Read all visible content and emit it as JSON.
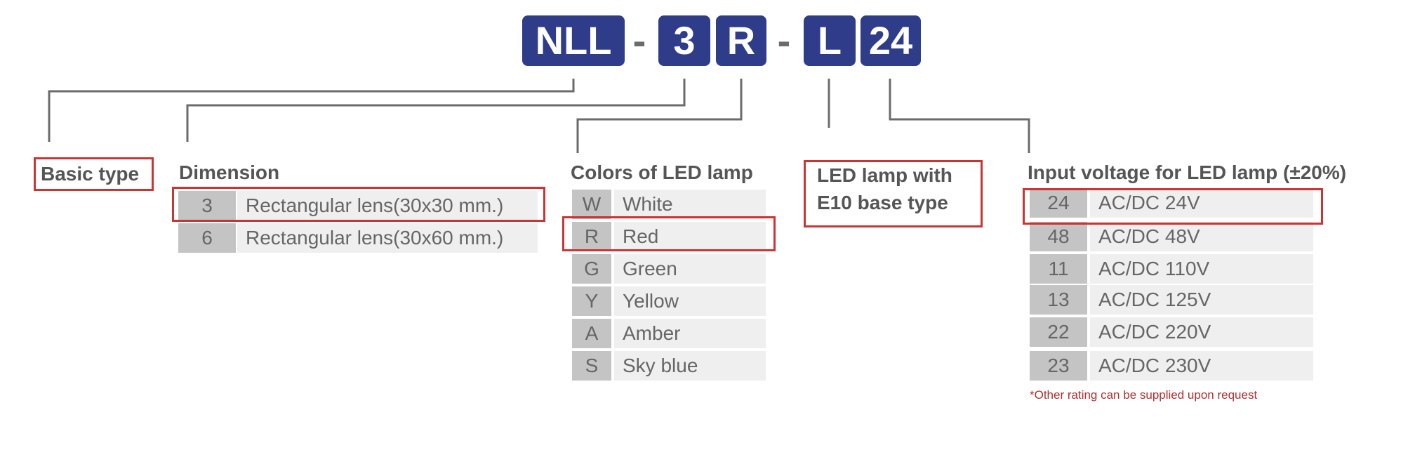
{
  "code_parts": [
    "NLL",
    "3",
    "R",
    "L",
    "24"
  ],
  "separators": [
    "-",
    "-"
  ],
  "basic_type": {
    "heading": "Basic type"
  },
  "dimension": {
    "heading": "Dimension",
    "rows": [
      {
        "code": "3",
        "desc": "Rectangular lens(30x30 mm.)",
        "selected": true
      },
      {
        "code": "6",
        "desc": "Rectangular lens(30x60 mm.)",
        "selected": false
      }
    ]
  },
  "colors": {
    "heading": "Colors of LED lamp",
    "rows": [
      {
        "code": "W",
        "desc": "White",
        "selected": false
      },
      {
        "code": "R",
        "desc": "Red",
        "selected": true
      },
      {
        "code": "G",
        "desc": "Green",
        "selected": false
      },
      {
        "code": "Y",
        "desc": "Yellow",
        "selected": false
      },
      {
        "code": "A",
        "desc": "Amber",
        "selected": false
      },
      {
        "code": "S",
        "desc": "Sky blue",
        "selected": false
      }
    ]
  },
  "lamp_base": {
    "line1": "LED lamp with",
    "line2": "E10 base type"
  },
  "voltage": {
    "heading": "Input voltage for LED lamp (±20%)",
    "rows": [
      {
        "code": "24",
        "desc": "AC/DC 24V",
        "selected": true
      },
      {
        "code": "48",
        "desc": "AC/DC 48V",
        "selected": false
      },
      {
        "code": "11",
        "desc": "AC/DC 110V",
        "selected": false
      },
      {
        "code": "13",
        "desc": "AC/DC 125V",
        "selected": false
      },
      {
        "code": "22",
        "desc": "AC/DC 220V",
        "selected": false
      },
      {
        "code": "23",
        "desc": "AC/DC 230V",
        "selected": false
      }
    ],
    "note": "*Other rating can be supplied upon request"
  },
  "colors_theme": {
    "code_box": "#2e3c8a",
    "highlight": "#cc3333",
    "line": "#6b6b6b",
    "note": "#b03030"
  }
}
